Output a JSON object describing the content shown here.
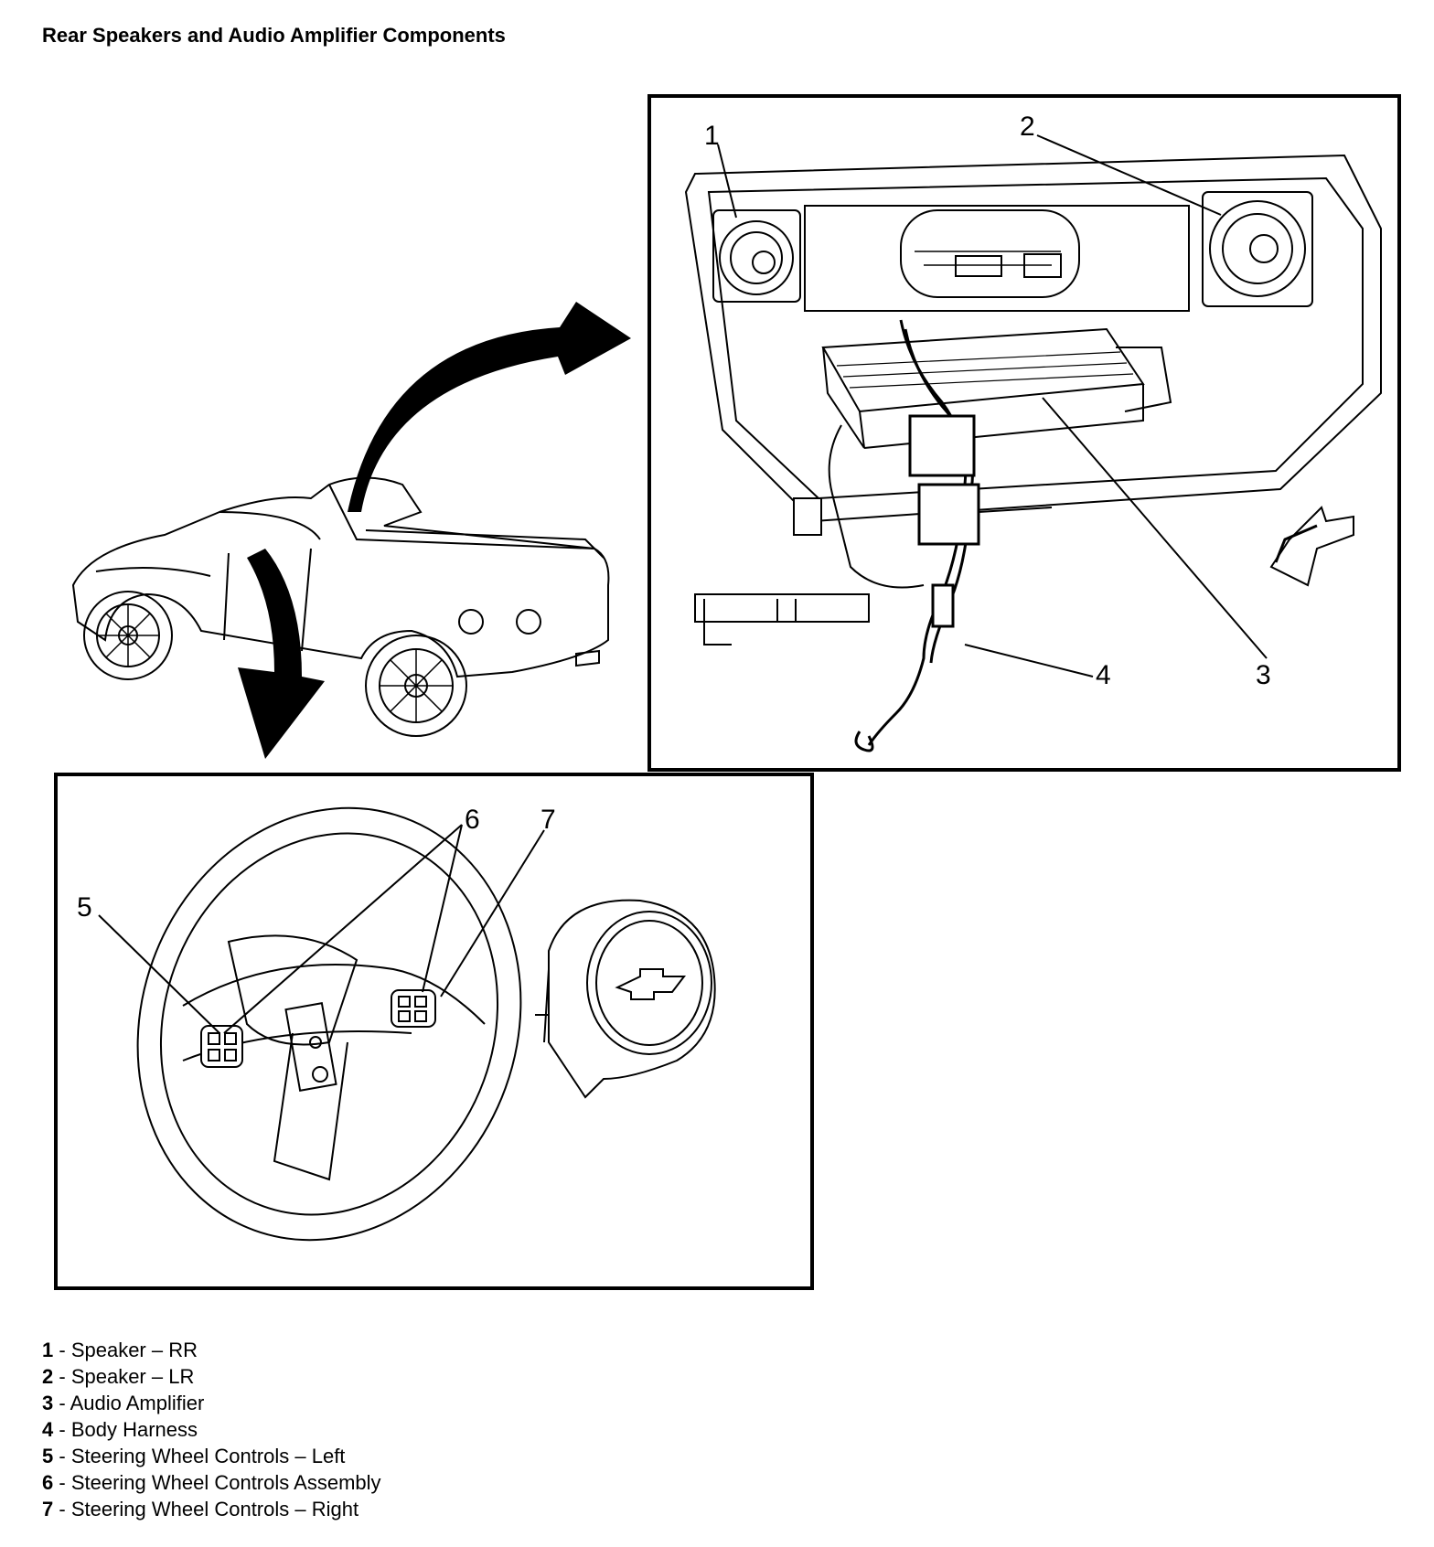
{
  "title": "Rear Speakers and Audio Amplifier Components",
  "callouts": [
    "1",
    "2",
    "3",
    "4",
    "5",
    "6",
    "7"
  ],
  "legend": [
    {
      "num": "1",
      "text": "Speaker – RR"
    },
    {
      "num": "2",
      "text": "Speaker – LR"
    },
    {
      "num": "3",
      "text": "Audio Amplifier"
    },
    {
      "num": "4",
      "text": "Body Harness"
    },
    {
      "num": "5",
      "text": "Steering Wheel Controls – Left"
    },
    {
      "num": "6",
      "text": "Steering Wheel Controls Assembly"
    },
    {
      "num": "7",
      "text": "Steering Wheel Controls – Right"
    }
  ]
}
